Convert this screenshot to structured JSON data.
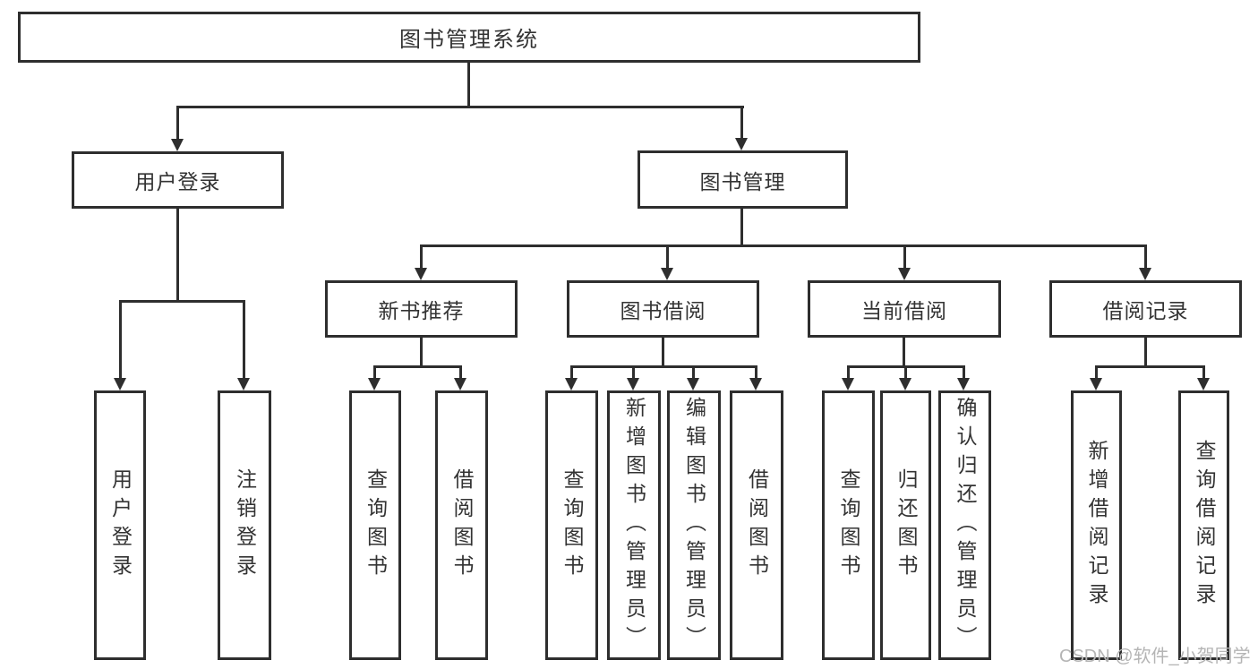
{
  "diagram_title": "图书管理系统",
  "tree": {
    "root_label": "图书管理系统",
    "branches": [
      {
        "label": "用户登录",
        "leaves": [
          "用户登录",
          "注销登录"
        ]
      },
      {
        "label": "图书管理",
        "groups": [
          {
            "label": "新书推荐",
            "leaves": [
              "查询图书",
              "借阅图书"
            ]
          },
          {
            "label": "图书借阅",
            "leaves": [
              "查询图书",
              "新增图书（管理员）",
              "编辑图书（管理员）",
              "借阅图书"
            ]
          },
          {
            "label": "当前借阅",
            "leaves": [
              "查询图书",
              "归还图书",
              "确认归还（管理员）"
            ]
          },
          {
            "label": "借阅记录",
            "leaves": [
              "新增借阅记录",
              "查询借阅记录"
            ]
          }
        ]
      }
    ]
  },
  "watermark": "CSDN @软件_小贺同学",
  "colors": {
    "line": "#2e2e2e",
    "text": "#333333",
    "watermark": "#b5b5b5",
    "background": "#ffffff"
  }
}
